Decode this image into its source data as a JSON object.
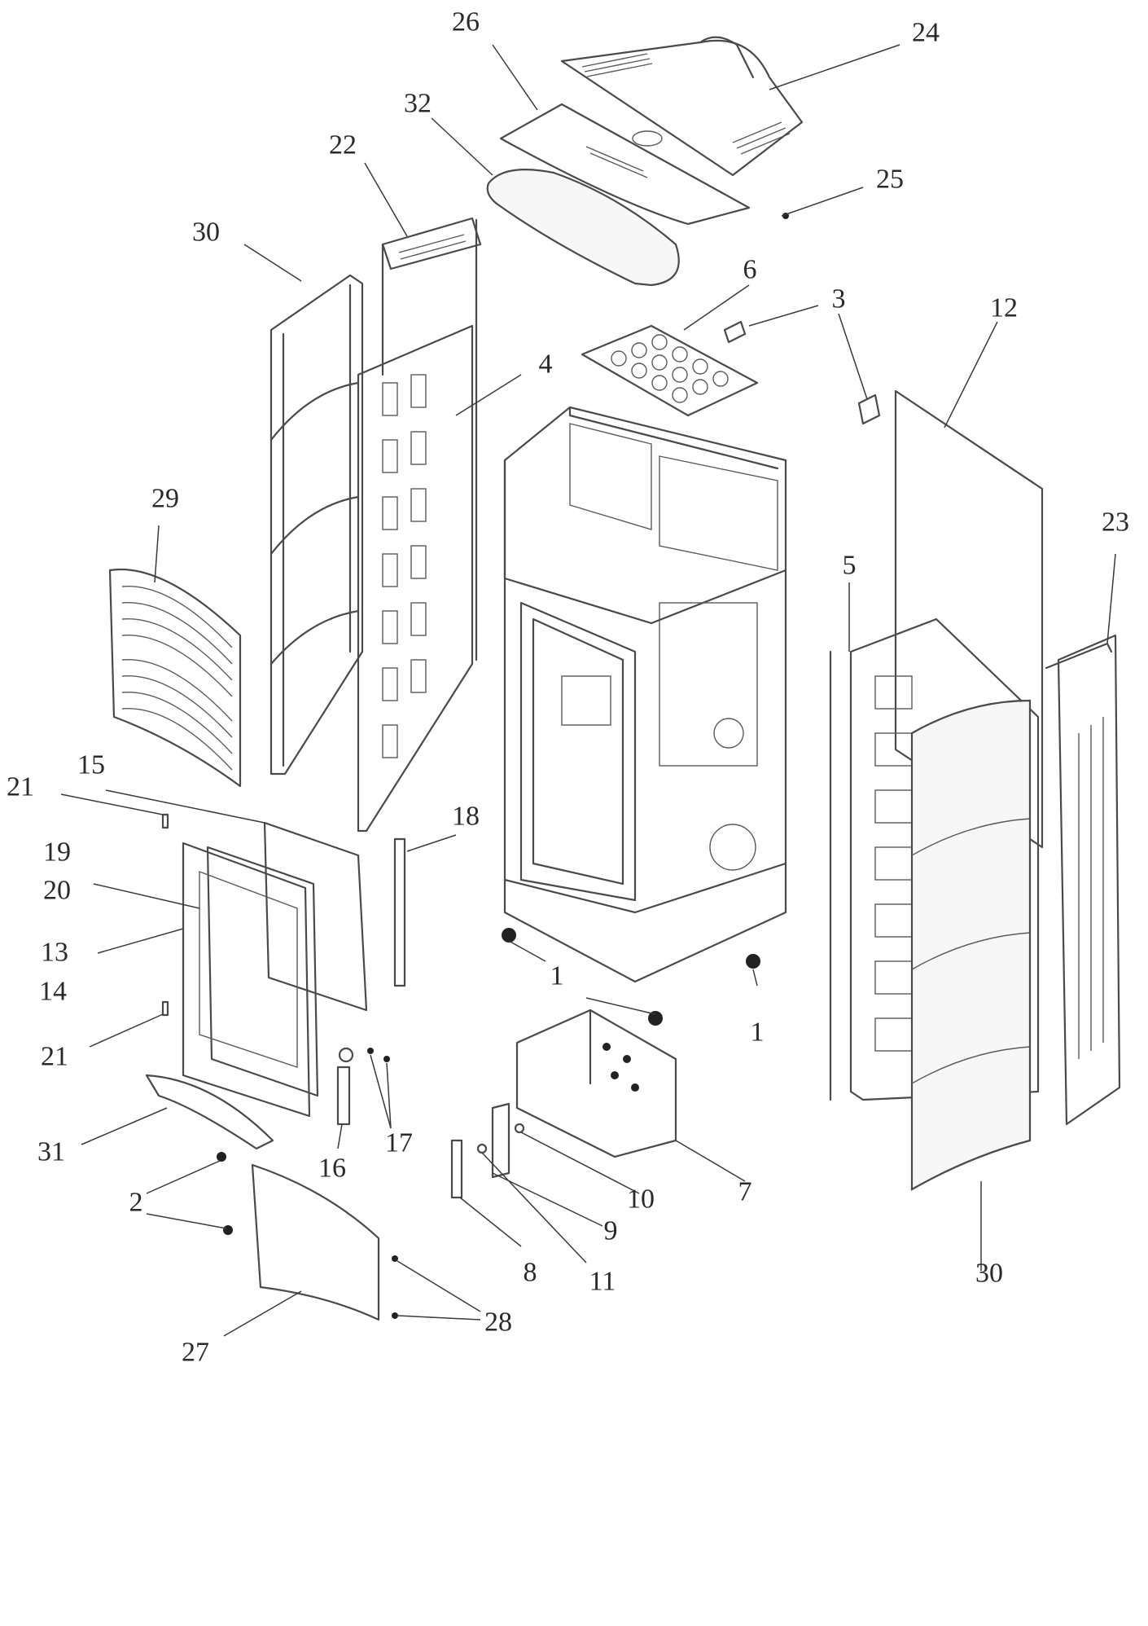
{
  "labels": {
    "l1a": "1",
    "l1b": "1",
    "l2": "2",
    "l3": "3",
    "l4": "4",
    "l5": "5",
    "l6": "6",
    "l7": "7",
    "l8": "8",
    "l9": "9",
    "l10": "10",
    "l11": "11",
    "l12": "12",
    "l13": "13",
    "l14": "14",
    "l15": "15",
    "l16": "16",
    "l17": "17",
    "l18": "18",
    "l19": "19",
    "l20": "20",
    "l21a": "21",
    "l21b": "21",
    "l22": "22",
    "l23": "23",
    "l24": "24",
    "l25": "25",
    "l26": "26",
    "l27": "27",
    "l28": "28",
    "l29": "29",
    "l30a": "30",
    "l30b": "30",
    "l31": "31",
    "l32": "32"
  }
}
